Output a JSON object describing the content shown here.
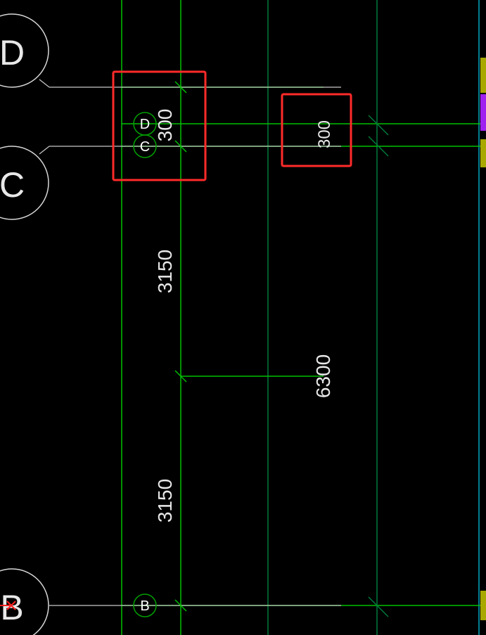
{
  "colors": {
    "background": "#000000",
    "grid_line": "#00c000",
    "grid_line_dark": "#007a3a",
    "axis_line": "#c8c8c8",
    "bubble": "#d8d8d8",
    "small_bubble": "#00a000",
    "highlight_box": "#ff2a2a",
    "yellow_block": "#a8a800",
    "purple_block": "#a020f0",
    "marker": "#ff2020"
  },
  "axis_bubbles": {
    "top": "D",
    "middle": "C",
    "bottom": "B"
  },
  "small_bubbles": {
    "top": "D",
    "middle": "C",
    "bottom": "B"
  },
  "dimensions": {
    "left_top": "300",
    "left_upper": "3150",
    "left_lower": "3150",
    "right_top": "300",
    "right_main": "6300"
  },
  "icons": {
    "marker": "red-x-marker-icon"
  }
}
